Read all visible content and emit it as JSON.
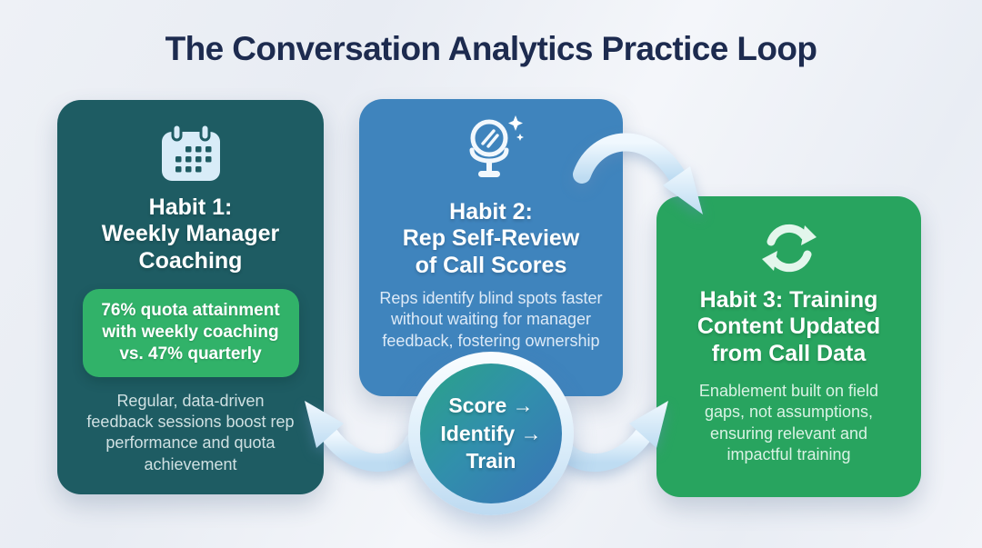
{
  "title": "The Conversation Analytics Practice Loop",
  "colors": {
    "background": "#edf1f6",
    "title_text": "#1d2b4f",
    "card1_bg": "#1e5c63",
    "card2_bg": "#3f84bd",
    "card3_bg": "#28a45f",
    "stat_badge_bg": "#31b269",
    "loop_circle_gradient_start": "#2aa387",
    "loop_circle_gradient_end": "#3a72b8",
    "arrow_fill": "#cfe4f5"
  },
  "cards": [
    {
      "icon": "calendar-icon",
      "title_lines": [
        "Habit 1:",
        "Weekly Manager",
        "Coaching"
      ],
      "stat_badge": "76% quota attainment with weekly coaching vs. 47% quarterly",
      "body": "Regular, data-driven feedback sessions boost rep performance and quota achievement"
    },
    {
      "icon": "mirror-icon",
      "title_lines": [
        "Habit 2:",
        "Rep Self-Review",
        "of Call Scores"
      ],
      "body": "Reps identify blind spots faster without waiting for manager feedback, fostering ownership"
    },
    {
      "icon": "refresh-cycle-icon",
      "title_lines": [
        "Habit 3: Training",
        "Content Updated",
        "from Call Data"
      ],
      "body": "Enablement built on field gaps, not assumptions, ensuring relevant and impactful training"
    }
  ],
  "loop_badge": {
    "lines": [
      "Score →",
      "Identify →",
      "Train"
    ]
  }
}
